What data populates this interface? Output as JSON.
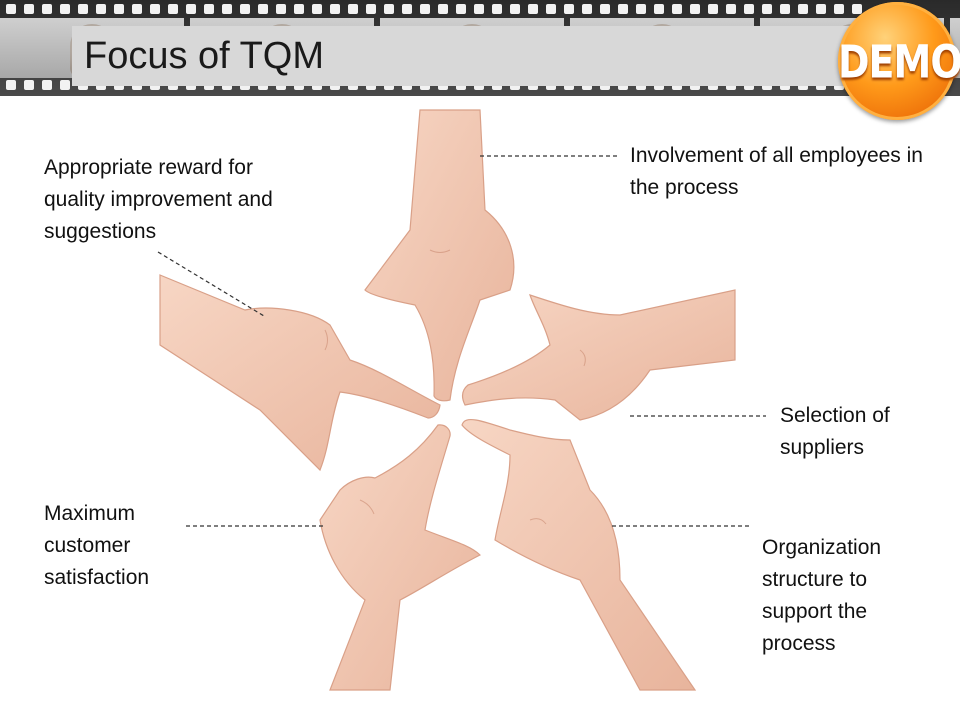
{
  "slide": {
    "title": "Focus of TQM",
    "badge": "DEMO"
  },
  "labels": {
    "involvement": "Involvement of all employees in the process",
    "reward": "Appropriate reward for quality improvement and suggestions",
    "suppliers": "Selection of suppliers",
    "satisfaction": "Maximum customer satisfaction",
    "organization": "Organization structure to support the process"
  },
  "colors": {
    "skin": "#f2c7b0",
    "badge": "#ff9a1a"
  }
}
